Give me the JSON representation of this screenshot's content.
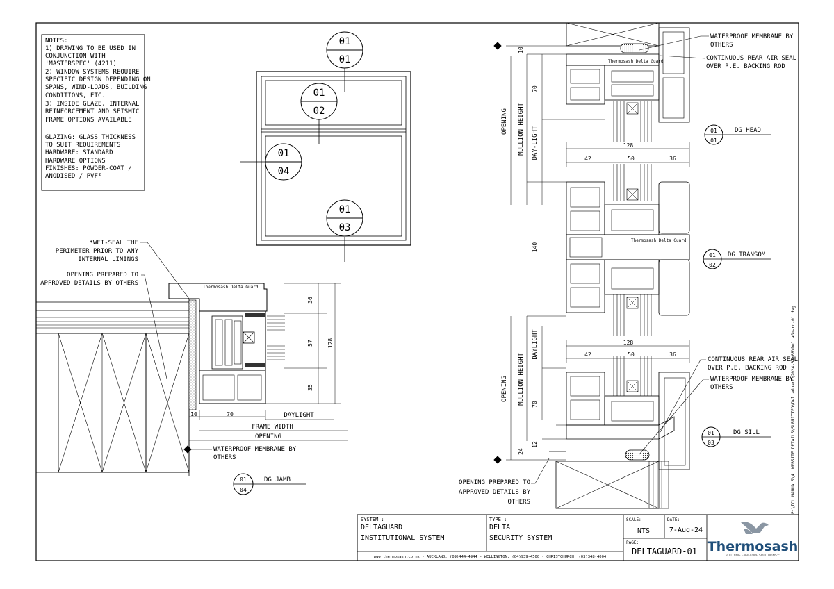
{
  "notes": {
    "lines": [
      "NOTES:",
      "1) DRAWING TO BE USED IN",
      "CONJUNCTION WITH",
      "'MASTERSPEC' (4211)",
      "2) WINDOW SYSTEMS REQUIRE",
      "SPECIFIC DESIGN DEPENDING ON",
      "SPANS, WIND-LOADS, BUILDING",
      "CONDITIONS, ETC.",
      "3) INSIDE GLAZE, INTERNAL",
      "REINFORCEMENT AND SEISMIC",
      "FRAME OPTIONS AVAILABLE",
      "",
      "GLAZING:    GLASS THICKNESS",
      "TO SUIT REQUIREMENTS",
      "HARDWARE:  STANDARD",
      "HARDWARE OPTIONS",
      "FINISHES:    POWDER-COAT /",
      "ANODISED / PVF²"
    ]
  },
  "elevation_tags": [
    {
      "top": "01",
      "bottom": "01"
    },
    {
      "top": "01",
      "bottom": "02"
    },
    {
      "top": "01",
      "bottom": "04"
    },
    {
      "top": "01",
      "bottom": "03"
    }
  ],
  "jamb": {
    "wet_seal": [
      "*WET-SEAL THE",
      "PERIMETER PRIOR TO ANY",
      "INTERNAL LININGS"
    ],
    "opening_prepared": [
      "OPENING PREPARED TO",
      "APPROVED DETAILS BY OTHERS"
    ],
    "membrane": [
      "WATERPROOF MEMBRANE BY",
      "OTHERS"
    ],
    "dims": {
      "d36": "36",
      "d57": "57",
      "d35": "35",
      "d128": "128",
      "d10": "10",
      "d70": "70"
    },
    "daylight": "DAYLIGHT",
    "frame_width": "FRAME WIDTH",
    "opening": "OPENING",
    "profile_label": "Thermosash Delta Guard",
    "tag": {
      "top": "01",
      "bottom": "04",
      "title": "DG JAMB"
    }
  },
  "section": {
    "head_membrane": [
      "WATERPROOF MEMBRANE BY",
      "OTHERS"
    ],
    "head_air_seal": [
      "CONTINUOUS REAR AIR SEAL",
      "OVER P.E. BACKING ROD"
    ],
    "sill_air_seal": [
      "CONTINUOUS REAR AIR SEAL",
      "OVER P.E. BACKING ROD"
    ],
    "sill_membrane": [
      "WATERPROOF MEMBRANE BY",
      "OTHERS"
    ],
    "sill_opening": [
      "OPENING PREPARED TO",
      "APPROVED DETAILS BY",
      "OTHERS"
    ],
    "opening": "OPENING",
    "mullion_height": "MULLION HEIGHT",
    "day_light": "DAY-LIGHT",
    "daylight": "DAYLIGHT",
    "dims": {
      "d10": "10",
      "d70": "70",
      "d128": "128",
      "d42": "42",
      "d50": "50",
      "d36": "36",
      "d140": "140",
      "d12": "12",
      "d24": "24"
    },
    "profile_label": "Thermosash Delta Guard",
    "head_tag": {
      "top": "01",
      "bottom": "01",
      "title": "DG HEAD"
    },
    "transom_tag": {
      "top": "01",
      "bottom": "02",
      "title": "DG TRANSOM"
    },
    "sill_tag": {
      "top": "01",
      "bottom": "03",
      "title": "DG SILL"
    }
  },
  "file_path": "P:\\TCL MANUALS\\4. WEBSITE DETAILS\\SUBMITTED\\DeltaGuard\\2024-08-08\\DeltaGuard-01.dwg",
  "title_block": {
    "system_label": "SYSTEM :",
    "system_lines": [
      "DELTAGUARD",
      "INSTITUTIONAL SYSTEM"
    ],
    "type_label": "TYPE :",
    "type_lines": [
      "DELTA",
      "SECURITY SYSTEM"
    ],
    "scale_label": "SCALE:",
    "scale": "NTS",
    "date_label": "DATE:",
    "date": "7-Aug-24",
    "page_label": "PAGE:",
    "page": "DELTAGUARD-01",
    "contact": "www.thermosash.co.nz  -  AUCKLAND: (09)444-4944  -  WELLINGTON: (04)939-4500  -  CHRISTCHURCH: (03)348-4004",
    "brand": "Thermosash",
    "tagline": "BUILDING ENVELOPE SOLUTIONS™"
  },
  "colors": {
    "line": "#000000",
    "brand": "#1f4e79",
    "bird": "#8a96a3"
  }
}
